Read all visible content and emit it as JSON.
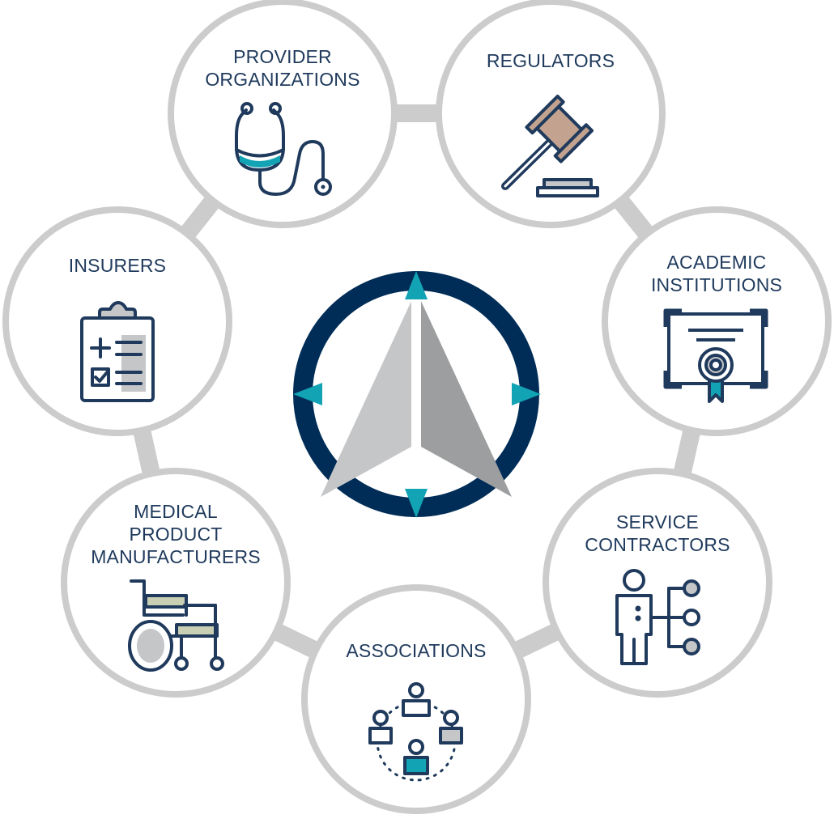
{
  "colors": {
    "navy": "#002d57",
    "teal": "#12a3b4",
    "ring_gray": "#cccccc",
    "light_gray": "#c5c6c8",
    "dark_gray": "#9c9e9f",
    "gavel_tan": "#c3a28f",
    "sage": "#c9cfb3",
    "icon_stroke": "#1f3a5c"
  },
  "center": {
    "icon": "compass-navigation-icon"
  },
  "nodes": [
    {
      "id": "provider",
      "icon": "stethoscope-icon",
      "label": [
        "PROVIDER",
        "ORGANIZATIONS"
      ]
    },
    {
      "id": "regulators",
      "icon": "gavel-icon",
      "label": [
        "REGULATORS"
      ]
    },
    {
      "id": "academic",
      "icon": "certificate-icon",
      "label": [
        "ACADEMIC",
        "INSTITUTIONS"
      ]
    },
    {
      "id": "service",
      "icon": "org-chart-person-icon",
      "label": [
        "SERVICE",
        "CONTRACTORS"
      ]
    },
    {
      "id": "associations",
      "icon": "people-network-icon",
      "label": [
        "ASSOCIATIONS"
      ]
    },
    {
      "id": "medical",
      "icon": "wheelchair-icon",
      "label": [
        "MEDICAL",
        "PRODUCT",
        "MANUFACTURERS"
      ]
    },
    {
      "id": "insurers",
      "icon": "clipboard-icon",
      "label": [
        "INSURERS"
      ]
    }
  ]
}
